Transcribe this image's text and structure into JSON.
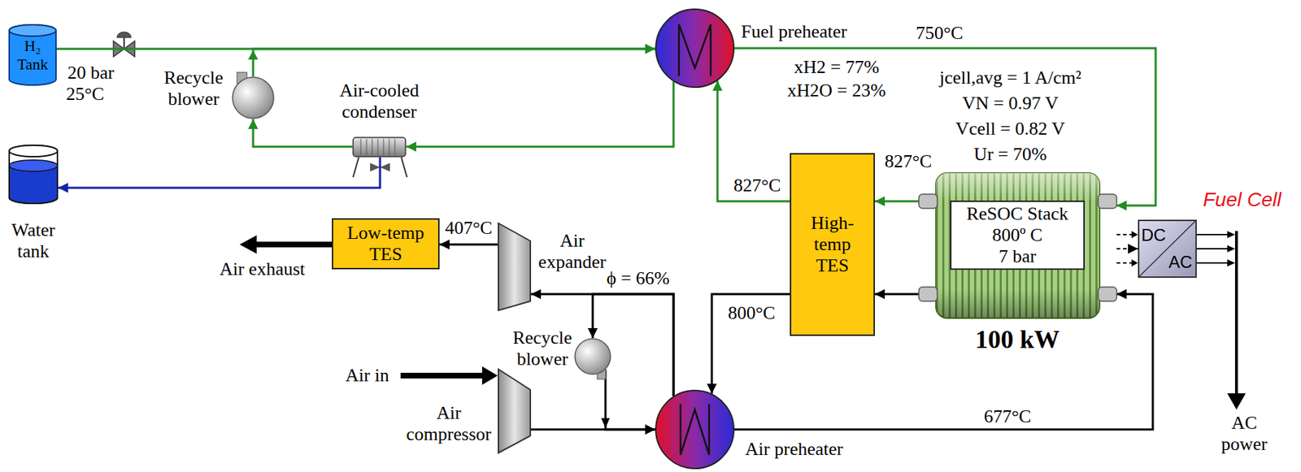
{
  "diagram": {
    "nodes": [
      {
        "text": [
          "H₂ Tank"
        ]
      },
      {
        "text": [
          "Fuel preheater"
        ]
      },
      {
        "text": [
          "Water tank"
        ]
      },
      {
        "text": [
          "Recycle blower"
        ]
      },
      {
        "text": [
          "Air-cooled condenser"
        ]
      },
      {
        "text": [
          "High-temp TES"
        ]
      },
      {
        "text": [
          "100 kW"
        ]
      },
      {
        "text": [
          "ReSOC Stack",
          "800º C",
          "7 bar"
        ],
        "in": 6
      },
      {
        "text": [
          "DC",
          "AC"
        ]
      },
      {
        "text": [
          "Low-temp TES"
        ]
      },
      {
        "text": [
          "Air expander"
        ]
      },
      {
        "text": [
          "Recycle blower"
        ]
      },
      {
        "text": [
          "Air compressor"
        ]
      },
      {
        "text": [
          "Air preheater"
        ]
      }
    ],
    "edges": [
      {
        "from": 0,
        "to": 1,
        "arrow": "to"
      },
      {
        "from": 3,
        "to": 1,
        "arrow": "to"
      },
      {
        "from": 1,
        "to": 6,
        "label": "750°C",
        "arrow": "to"
      },
      {
        "from": 6,
        "to": 5,
        "label": "827°C",
        "arrow": "to"
      },
      {
        "from": 5,
        "to": 1,
        "label": "827°C",
        "arrow": "to"
      },
      {
        "from": 1,
        "to": 4,
        "arrow": "to"
      },
      {
        "from": 4,
        "to": 3,
        "arrow": "to"
      },
      {
        "from": 4,
        "to": 2,
        "arrow": "to"
      },
      {
        "from": 6,
        "to": 5,
        "arrow": "to"
      },
      {
        "from": 5,
        "to": 13,
        "label": "800°C",
        "arrow": "to"
      },
      {
        "from": 13,
        "to": 6,
        "label": "677°C",
        "arrow": "to"
      },
      {
        "from": 13,
        "to": 10,
        "arrow": "to"
      },
      {
        "from": 10,
        "to": 9,
        "label": "407°C",
        "arrow": "to"
      },
      {
        "from": 13,
        "to": 11,
        "arrow": "to"
      },
      {
        "from": 11,
        "to": 13,
        "arrow": "to"
      },
      {
        "from": 12,
        "to": 13,
        "arrow": "to"
      },
      {
        "from": 6,
        "to": 8,
        "arrow": "to"
      }
    ],
    "labels": [
      "20 bar",
      "25°C",
      "xH2 = 77%",
      "xH2O = 23%",
      "jcell,avg = 1 A/cm²",
      "VN = 0.97 V",
      "Vcell = 0.82 V",
      "Ur = 70%",
      "ϕ = 66%",
      "Air exhaust",
      "Air in",
      "Fuel Cell",
      "AC power"
    ]
  }
}
